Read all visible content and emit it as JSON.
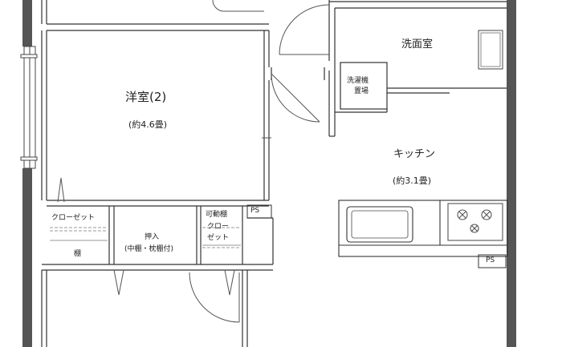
{
  "rooms": {
    "western_room": {
      "name": "洋室(2)",
      "area": "(約4.6畳)"
    },
    "washroom": {
      "name": "洗面室"
    },
    "laundry": {
      "line1": "洗濯機",
      "line2": "置場"
    },
    "kitchen": {
      "name": "キッチン",
      "area": "(約3.1畳)"
    },
    "closet_left": {
      "label": "クローゼット",
      "shelf": "棚"
    },
    "oshiire": {
      "name": "押入",
      "detail": "(中棚・枕棚付)"
    },
    "movable_closet": {
      "line1": "可動棚",
      "line2": "クロー",
      "line3": "ゼット"
    },
    "ps_upper": {
      "label": "PS"
    },
    "ps_lower": {
      "label": "PS"
    }
  },
  "colors": {
    "wall": "#555555",
    "line": "#333333",
    "thin": "#777777",
    "background": "#ffffff"
  }
}
